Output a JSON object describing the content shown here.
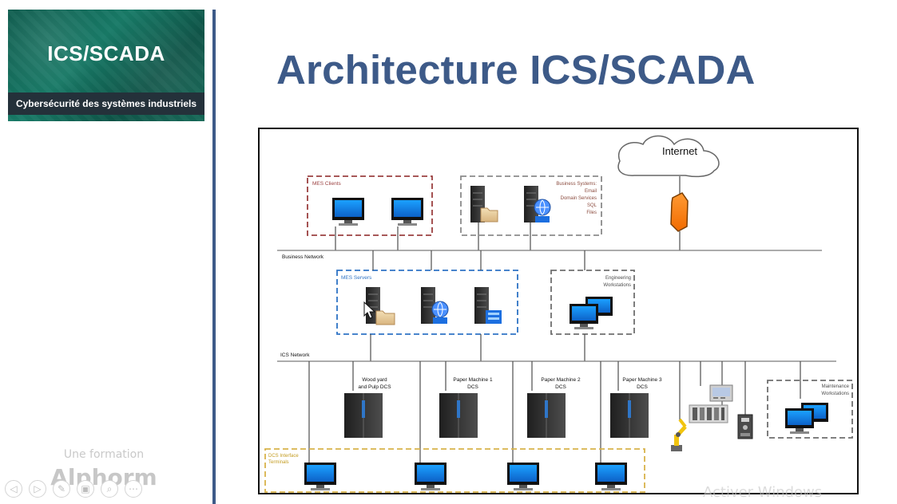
{
  "brand": {
    "title": "ICS/SCADA",
    "subtitle": "Cybersécurité des systèmes industriels"
  },
  "slide": {
    "title": "Architecture ICS/SCADA"
  },
  "footer": {
    "small": "Une formation",
    "big": "Alphorm"
  },
  "overlay": {
    "watermark": "Activer Windows"
  },
  "controls": [
    {
      "name": "prev",
      "icon": "chevron-left-icon",
      "symbol": "◁"
    },
    {
      "name": "next",
      "icon": "chevron-right-icon",
      "symbol": "▷"
    },
    {
      "name": "pen",
      "icon": "pen-icon",
      "symbol": "✎"
    },
    {
      "name": "slides",
      "icon": "slides-icon",
      "symbol": "▣"
    },
    {
      "name": "zoom",
      "icon": "zoom-icon",
      "symbol": "⌕"
    },
    {
      "name": "more",
      "icon": "more-icon",
      "symbol": "⋯"
    }
  ],
  "diagram": {
    "internet": "Internet",
    "business_network": "Business Network",
    "ics_network": "ICS Network",
    "mes_clients": "MES Clients",
    "business_systems": [
      "Business Systems:",
      "Email",
      "Domain Services",
      "SQL",
      "Files"
    ],
    "mes_servers": "MES Servers",
    "engineering": [
      "Engineering",
      "Workstations"
    ],
    "wood_yard": [
      "Wood yard",
      "and Pulp DCS"
    ],
    "paper1": [
      "Paper Machine 1",
      "DCS"
    ],
    "paper2": [
      "Paper Machine 2",
      "DCS"
    ],
    "paper3": [
      "Paper Machine 3",
      "DCS"
    ],
    "maintenance": [
      "Maintenance",
      "Workstations"
    ],
    "dcs_interface": [
      "DCS Interface",
      "Terminals"
    ]
  },
  "colors": {
    "accent": "#3d5a88",
    "brand_green": "#136756",
    "mes_clients_border": "#9b4040",
    "business_border": "#8b8b8b",
    "mes_servers_border": "#2e73c5",
    "engineering_border": "#6f6f6f",
    "maintenance_border": "#6f6f6f",
    "dcs_border": "#d8b24a"
  }
}
